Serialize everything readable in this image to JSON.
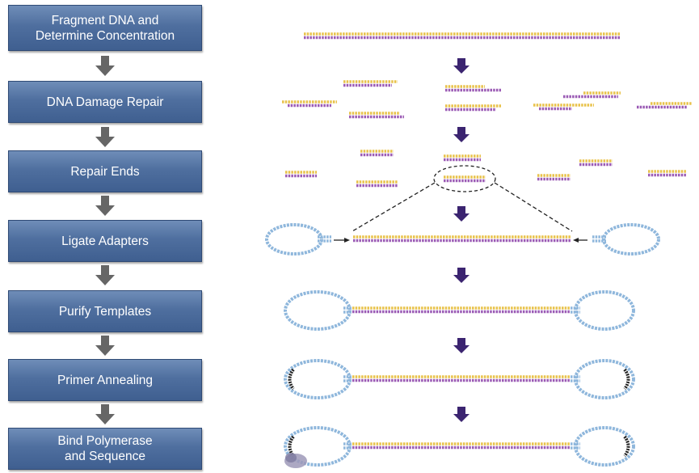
{
  "steps": [
    {
      "line1": "Fragment DNA and",
      "line2": "Determine Concentration"
    },
    {
      "line1": "DNA Damage Repair",
      "line2": ""
    },
    {
      "line1": "Repair Ends",
      "line2": ""
    },
    {
      "line1": "Ligate Adapters",
      "line2": ""
    },
    {
      "line1": "Purify Templates",
      "line2": ""
    },
    {
      "line1": "Primer Annealing",
      "line2": ""
    },
    {
      "line1": "Bind Polymerase",
      "line2": "and Sequence"
    }
  ],
  "colors": {
    "box": "#4f6f9f",
    "box_arrow": "#666666",
    "diagram_arrow": "#3b2470",
    "strand_top": "#e8c24a",
    "strand_bottom": "#9b5bb5",
    "adapter": "#8fb7dc",
    "primer": "#222222",
    "polymerase": "#9d99b8"
  },
  "icons": [
    "down-arrow-icon",
    "dna-fragment-icon",
    "hairpin-adapter-icon",
    "primer-icon",
    "polymerase-icon"
  ]
}
